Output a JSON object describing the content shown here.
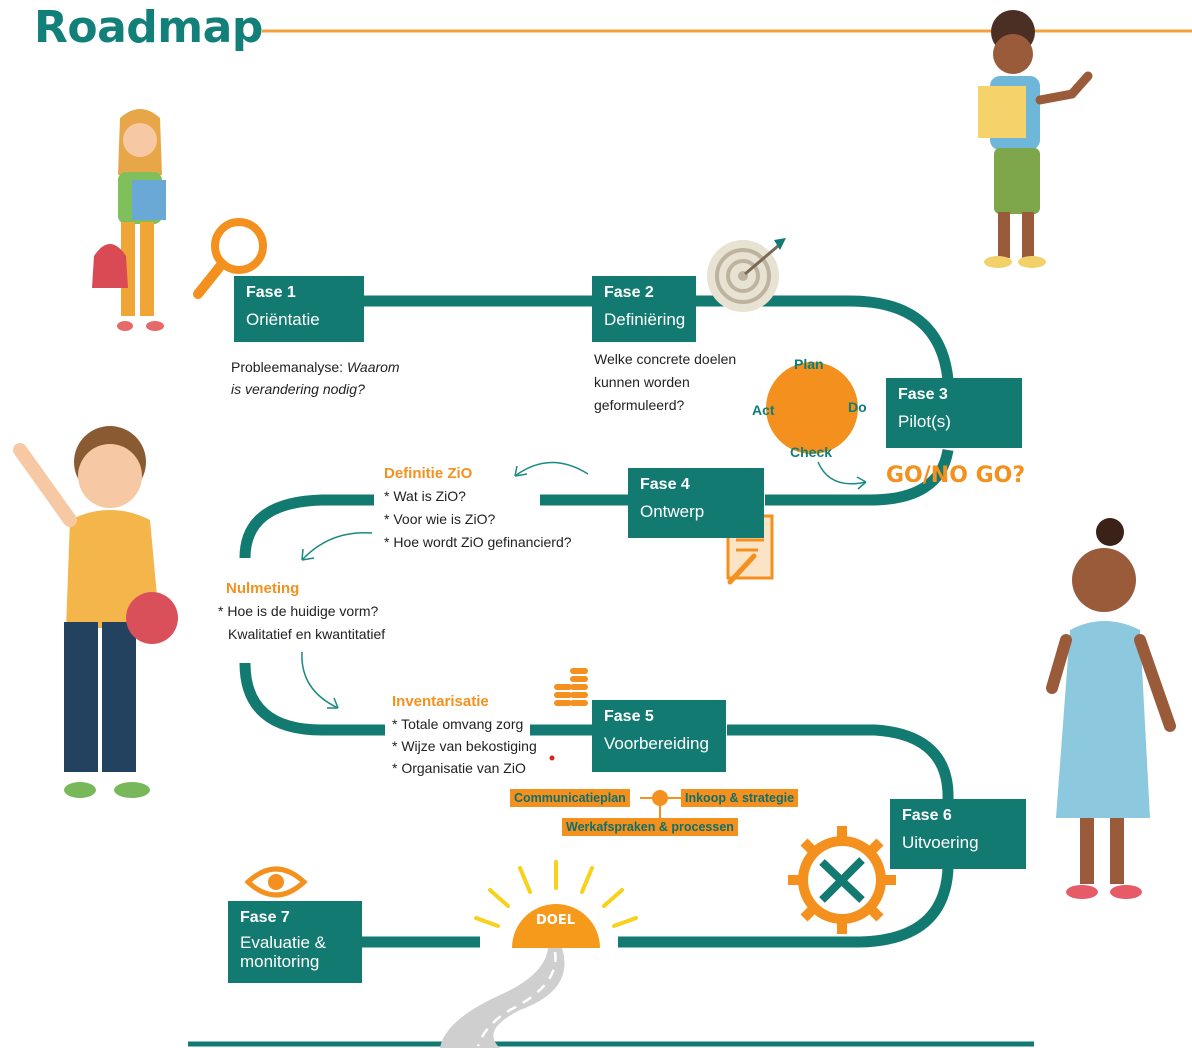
{
  "title": "Roadmap",
  "phases": [
    {
      "title": "Fase 1",
      "name": "Oriëntatie"
    },
    {
      "title": "Fase 2",
      "name": "Definiëring"
    },
    {
      "title": "Fase 3",
      "name": "Pilot(s)"
    },
    {
      "title": "Fase 4",
      "name": "Ontwerp"
    },
    {
      "title": "Fase 5",
      "name": "Voorbereiding"
    },
    {
      "title": "Fase 6",
      "name": "Uitvoering"
    },
    {
      "title": "Fase 7",
      "name": "Evaluatie &",
      "name2": "monitoring"
    }
  ],
  "fase1_note": {
    "prefix": "Probleemanalyse: ",
    "italic1": "Waarom",
    "italic2": "is verandering nodig?"
  },
  "fase2_note": [
    "Welke concrete doelen",
    "kunnen worden",
    "geformuleerd?"
  ],
  "pdca": {
    "plan": "Plan",
    "do": "Do",
    "check": "Check",
    "act": "Act"
  },
  "go_no_go": "GO/NO GO?",
  "definitie": {
    "heading": "Definitie ZiO",
    "items": [
      "* Wat is ZiO?",
      "* Voor wie is ZiO?",
      "* Hoe wordt ZiO gefinancierd?"
    ]
  },
  "nulmeting": {
    "heading": "Nulmeting",
    "items": [
      "* Hoe is de huidige vorm?",
      "Kwalitatief en kwantitatief"
    ]
  },
  "inventarisatie": {
    "heading": "Inventarisatie",
    "items": [
      "* Totale omvang zorg",
      "* Wijze van bekostiging",
      "* Organisatie van ZiO"
    ]
  },
  "tags": {
    "communicatie": "Communicatieplan",
    "inkoop": "Inkoop & strategie",
    "werkafspraken": "Werkafspraken & processen"
  },
  "doel": "DOEL",
  "colors": {
    "teal": "#137a72",
    "orange": "#f4901e"
  },
  "icons": [
    "magnifier-icon",
    "target-icon",
    "document-icon",
    "coins-icon",
    "gear-tools-icon",
    "eye-icon",
    "sun-icon"
  ]
}
